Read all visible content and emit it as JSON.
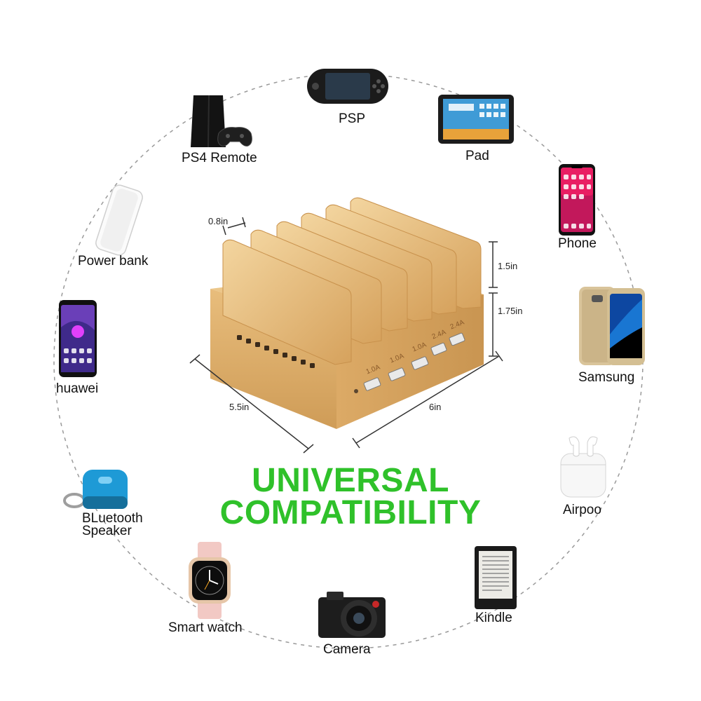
{
  "headline": {
    "line1": "UNIVERSAL",
    "line2": "COMPATIBILITY",
    "color": "#2fc12a"
  },
  "devices": {
    "psp": {
      "label": "PSP",
      "icon": "game-console-icon"
    },
    "pad": {
      "label": "Pad",
      "icon": "tablet-icon"
    },
    "phone": {
      "label": "Phone",
      "icon": "smartphone-icon"
    },
    "samsung": {
      "label": "Samsung",
      "icon": "smartphone-icon"
    },
    "airpoo": {
      "label": "Airpoo",
      "icon": "earbuds-case-icon"
    },
    "kindle": {
      "label": "Kindle",
      "icon": "ereader-icon"
    },
    "camera": {
      "label": "Camera",
      "icon": "camera-icon"
    },
    "smartwatch": {
      "label": "Smart watch",
      "icon": "smartwatch-icon"
    },
    "bluetooth": {
      "label_line1": "BLuetooth",
      "label_line2": "Speaker",
      "icon": "bluetooth-speaker-icon"
    },
    "huawei": {
      "label": "huawei",
      "icon": "smartphone-icon"
    },
    "powerbank": {
      "label": "Power bank",
      "icon": "power-bank-icon"
    },
    "ps4": {
      "label": "PS4 Remote",
      "icon": "game-console-icon"
    }
  },
  "dock": {
    "dimensions": {
      "slot_gap": "0.8in",
      "divider_height": "1.5in",
      "base_height": "1.75in",
      "depth": "5.5in",
      "width": "6in"
    },
    "ports": [
      "1.0A",
      "1.0A",
      "1.0A",
      "2.4A",
      "2.4A"
    ],
    "wood_color": "#e2b674"
  }
}
